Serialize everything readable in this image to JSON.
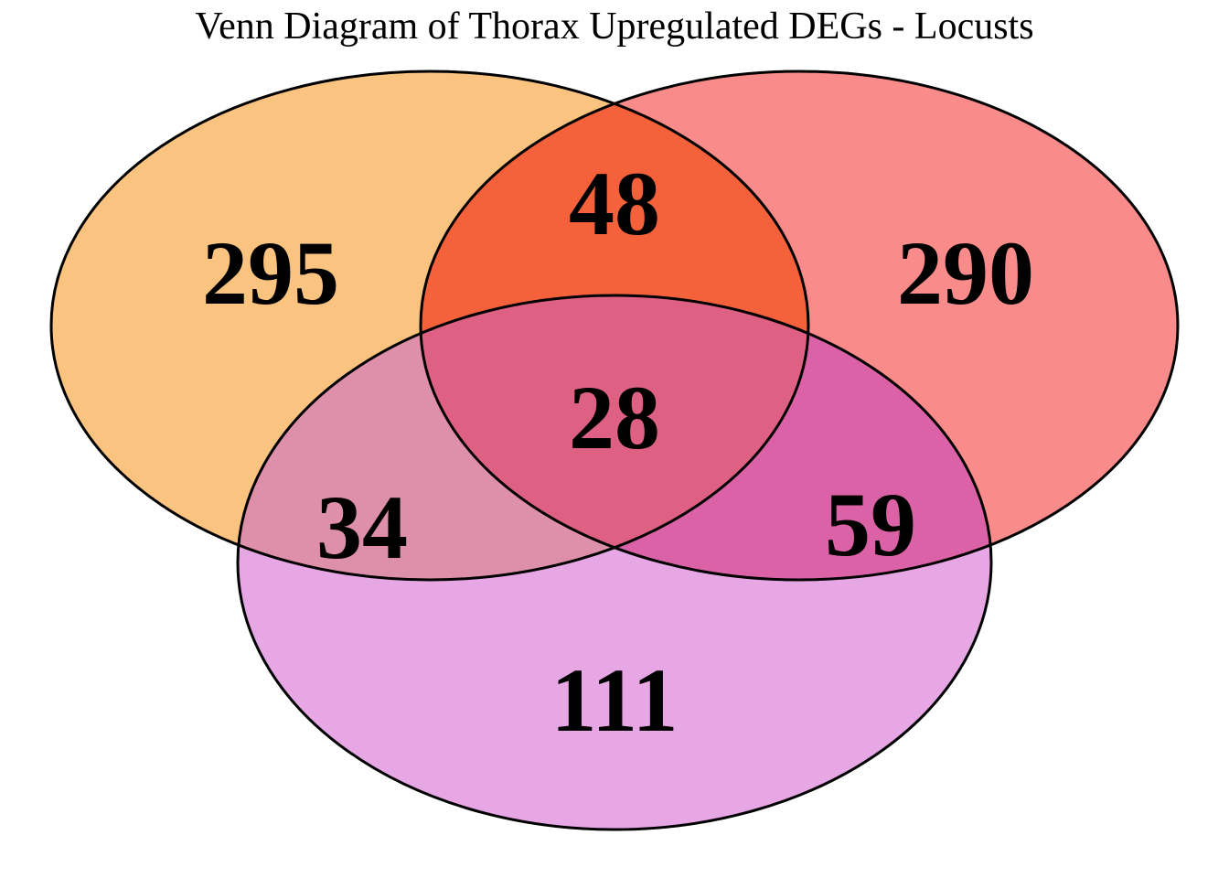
{
  "figure": {
    "title": "Venn Diagram of Thorax Upregulated DEGs - Locusts",
    "background_color": "#ffffff",
    "outline_color": "#000000"
  },
  "chart_data": {
    "type": "venn",
    "title": "Venn Diagram of Thorax Upregulated DEGs - Locusts",
    "set_count": 3,
    "set_labels_visible": false,
    "legend": "none",
    "layout": {
      "set_positions": [
        "top-left",
        "top-right",
        "bottom"
      ],
      "grid": false
    },
    "sets": [
      {
        "id": "A",
        "position": "top-left",
        "fill": "#FBC380"
      },
      {
        "id": "B",
        "position": "top-right",
        "fill": "#FA8B8B"
      },
      {
        "id": "C",
        "position": "bottom",
        "fill": "#E6A7E4"
      }
    ],
    "regions": [
      {
        "sets": "A",
        "label": "295",
        "value": 295,
        "color": "#FBC380",
        "position": "left"
      },
      {
        "sets": "B",
        "label": "290",
        "value": 290,
        "color": "#FA8B8B",
        "position": "right"
      },
      {
        "sets": "A∩B",
        "label": "48",
        "value": 48,
        "color": "#F4613B",
        "position": "top-center"
      },
      {
        "sets": "A∩B∩C",
        "label": "28",
        "value": 28,
        "color": "#DE6083",
        "position": "center"
      },
      {
        "sets": "A∩C",
        "label": "34",
        "value": 34,
        "color": "#DE8FA9",
        "position": "bottom-left"
      },
      {
        "sets": "B∩C",
        "label": "59",
        "value": 59,
        "color": "#DB62A6",
        "position": "bottom-right"
      },
      {
        "sets": "C",
        "label": "111",
        "value": 111,
        "color": "#E6A7E4",
        "position": "bottom"
      }
    ]
  }
}
